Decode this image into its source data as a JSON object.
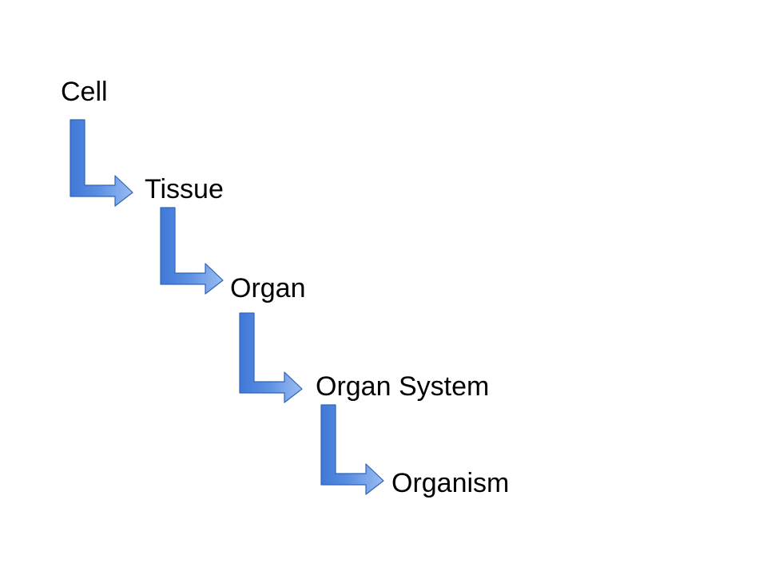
{
  "diagram": {
    "levels": [
      {
        "label": "Cell"
      },
      {
        "label": "Tissue"
      },
      {
        "label": "Organ"
      },
      {
        "label": "Organ System"
      },
      {
        "label": "Organism"
      }
    ],
    "colors": {
      "arrow_light": "#8fb6f0",
      "arrow_dark": "#3f78d8",
      "arrow_edge": "#2f63b8",
      "text": "#000000",
      "background": "#ffffff"
    },
    "connector_icon": "bent-down-right-arrow-icon"
  }
}
